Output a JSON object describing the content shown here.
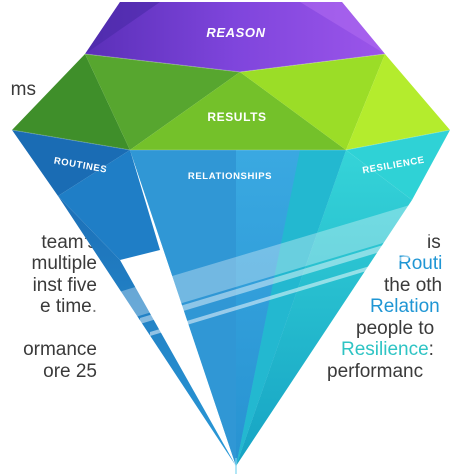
{
  "diagram": {
    "facets": {
      "reason": "REASON",
      "results": "RESULTS",
      "routines": "ROUTINES",
      "relationships": "RELATIONSHIPS",
      "resilience": "RESILIENCE"
    },
    "colors": {
      "reason": "#7b3fd6",
      "results_green": "#8ed52c",
      "routines_blue": "#1f78c4",
      "relationships_blue": "#38a6df",
      "resilience_teal": "#2fd0d4"
    }
  },
  "left_text": {
    "line1": "ms",
    "line2": "team’s",
    "line3": "multiple",
    "line4": "inst five",
    "line5": "e time.",
    "line6": "ormance",
    "line7": "ore 25"
  },
  "right_text": {
    "line1": "is",
    "line2": "Routi",
    "line3": "the oth",
    "line4": "Relation",
    "line5": "people to",
    "line6_label": "Resilience",
    "line6_rest": ":",
    "line7": "performanc"
  }
}
